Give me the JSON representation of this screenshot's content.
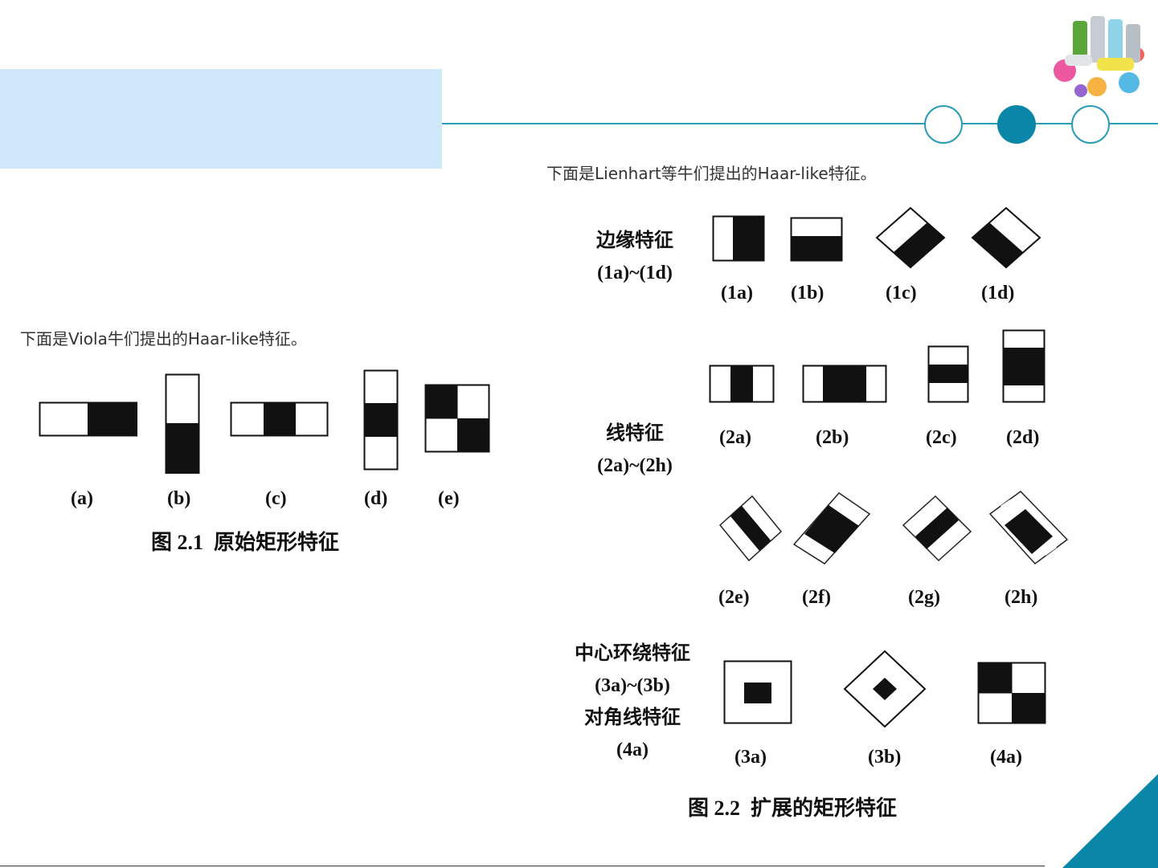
{
  "header": {
    "colors": {
      "band": "#cfe9fb",
      "accent": "#0a86a8",
      "line": "#2a9cb8"
    },
    "decor": "paint-spray-cans-image"
  },
  "left": {
    "intro": "下面是Viola牛们提出的Haar-like特征。",
    "labels": [
      "(a)",
      "(b)",
      "(c)",
      "(d)",
      "(e)"
    ],
    "caption": "图 2.1  原始矩形特征"
  },
  "right": {
    "intro": "下面是Lienhart等牛们提出的Haar-like特征。",
    "edge": {
      "title": "边缘特征",
      "range": "(1a)~(1d)",
      "labels": [
        "(1a)",
        "(1b)",
        "(1c)",
        "(1d)"
      ]
    },
    "line": {
      "title": "线特征",
      "range": "(2a)~(2h)",
      "labels_top": [
        "(2a)",
        "(2b)",
        "(2c)",
        "(2d)"
      ],
      "labels_bottom": [
        "(2e)",
        "(2f)",
        "(2g)",
        "(2h)"
      ]
    },
    "center": {
      "title": "中心环绕特征",
      "range": "(3a)~(3b)",
      "diag_title": "对角线特征",
      "diag_range": "(4a)",
      "labels": [
        "(3a)",
        "(3b)",
        "(4a)"
      ]
    },
    "caption": "图 2.2  扩展的矩形特征"
  }
}
